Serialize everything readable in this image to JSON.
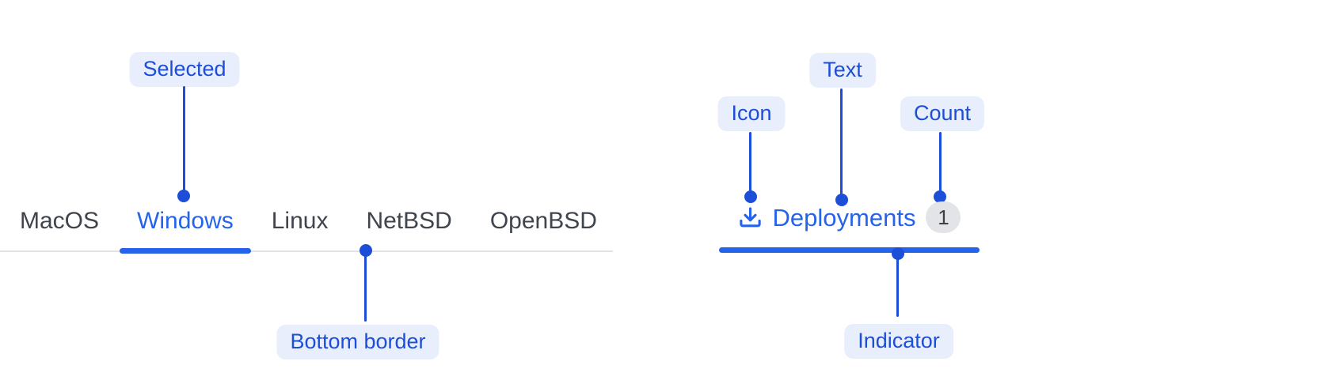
{
  "left_tabs_demo": {
    "tabs": [
      {
        "label": "MacOS",
        "selected": false
      },
      {
        "label": "Windows",
        "selected": true
      },
      {
        "label": "Linux",
        "selected": false
      },
      {
        "label": "NetBSD",
        "selected": false
      },
      {
        "label": "OpenBSD",
        "selected": false
      }
    ],
    "annotations": {
      "selected_label": "Selected",
      "bottom_border_label": "Bottom border"
    }
  },
  "deployments_tab_demo": {
    "tab": {
      "icon": "download-icon",
      "label": "Deployments",
      "count": "1"
    },
    "annotations": {
      "icon_label": "Icon",
      "text_label": "Text",
      "count_label": "Count",
      "indicator_label": "Indicator"
    }
  },
  "colors": {
    "accent_blue": "#2563eb",
    "annotation_blue": "#1d4ed8",
    "annotation_pill_bg": "#e8eefb",
    "tab_text_gray": "#3f444d",
    "border_gray": "#e3e3e6",
    "badge_bg": "#e3e4e7",
    "badge_text": "#3d4045"
  }
}
